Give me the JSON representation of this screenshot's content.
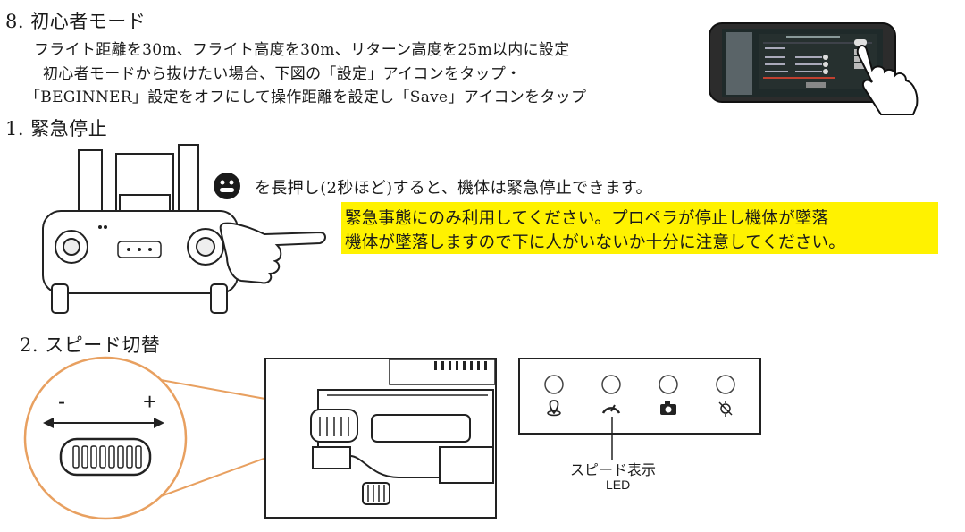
{
  "section8": {
    "title": "8. 初心者モード",
    "line1": "フライト距離を30m、フライト高度を30m、リターン高度を25m以内に設定",
    "line2": "初心者モードから抜けたい場合、下図の「設定」アイコンをタップ・",
    "line3": "「BEGINNER」設定をオフにして操作距離を設定し「Save」アイコンをタップ"
  },
  "section1": {
    "title": "1. 緊急停止",
    "instruction": "を長押し(2秒ほど)すると、機体は緊急停止できます。",
    "warning_line1": "緊急事態にのみ利用してください。プロペラが停止し機体が墜落",
    "warning_line2": "機体が墜落しますので下に人がいないか十分に注意してください。"
  },
  "section2": {
    "title": "2. スピード切替",
    "minus": "-",
    "plus": "+",
    "led_caption_line1": "スピード表示",
    "led_caption_line2": "LED"
  },
  "colors": {
    "highlight": "#fff200",
    "orange_callout": "#e8a060",
    "ink": "#1a1a1a",
    "phone_screen": "#1f2a2a"
  },
  "icons": [
    "emergency-stop-icon",
    "location-pin-icon",
    "speedometer-icon",
    "camera-icon",
    "gps-off-icon",
    "pointing-hand-icon"
  ]
}
